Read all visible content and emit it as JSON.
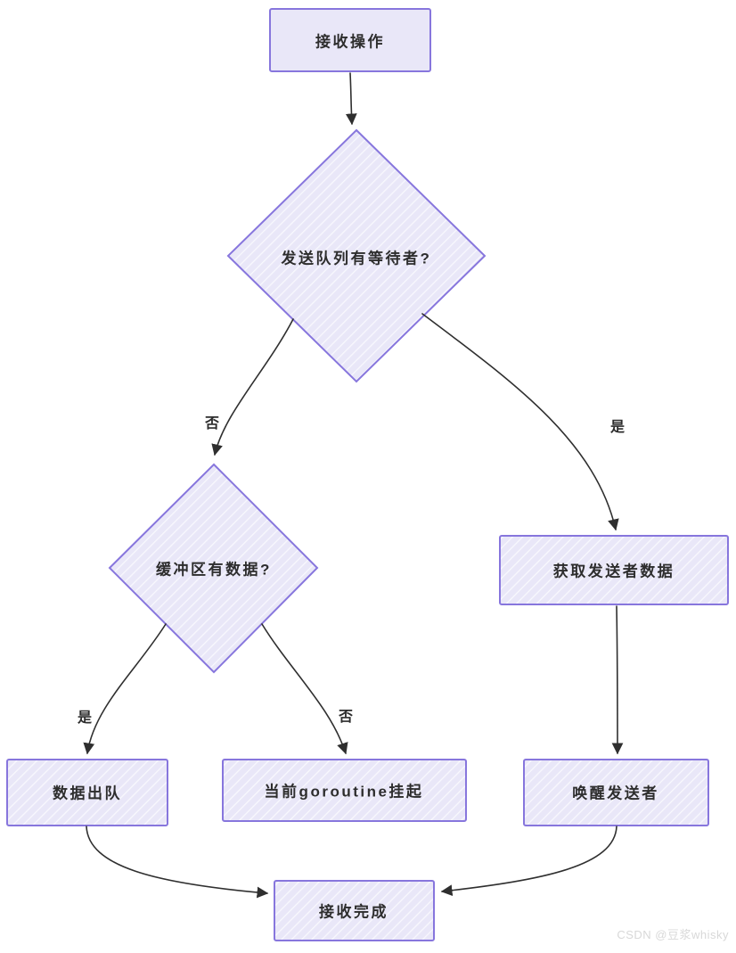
{
  "diagram": {
    "type": "flowchart",
    "nodes": {
      "receive_op": {
        "label": "接收操作",
        "shape": "rectangle"
      },
      "send_queue_waiters": {
        "label": "发送队列有等待者?",
        "shape": "diamond"
      },
      "buffer_has_data": {
        "label": "缓冲区有数据?",
        "shape": "diamond"
      },
      "get_sender_data": {
        "label": "获取发送者数据",
        "shape": "rectangle"
      },
      "data_dequeue": {
        "label": "数据出队",
        "shape": "rectangle"
      },
      "goroutine_suspend": {
        "label": "当前goroutine挂起",
        "shape": "rectangle"
      },
      "wake_sender": {
        "label": "唤醒发送者",
        "shape": "rectangle"
      },
      "receive_done": {
        "label": "接收完成",
        "shape": "rectangle"
      }
    },
    "edges": [
      {
        "from": "receive_op",
        "to": "send_queue_waiters",
        "label": ""
      },
      {
        "from": "send_queue_waiters",
        "to": "buffer_has_data",
        "label": "否"
      },
      {
        "from": "send_queue_waiters",
        "to": "get_sender_data",
        "label": "是"
      },
      {
        "from": "buffer_has_data",
        "to": "data_dequeue",
        "label": "是"
      },
      {
        "from": "buffer_has_data",
        "to": "goroutine_suspend",
        "label": "否"
      },
      {
        "from": "get_sender_data",
        "to": "wake_sender",
        "label": ""
      },
      {
        "from": "data_dequeue",
        "to": "receive_done",
        "label": ""
      },
      {
        "from": "wake_sender",
        "to": "receive_done",
        "label": ""
      }
    ],
    "colors": {
      "node_fill": "#e9e7f8",
      "node_border": "#8776dd",
      "arrow": "#2f2f2f",
      "text": "#2d2d2d",
      "watermark_text": "#d8d8d8"
    }
  },
  "watermark": "CSDN @豆浆whisky"
}
